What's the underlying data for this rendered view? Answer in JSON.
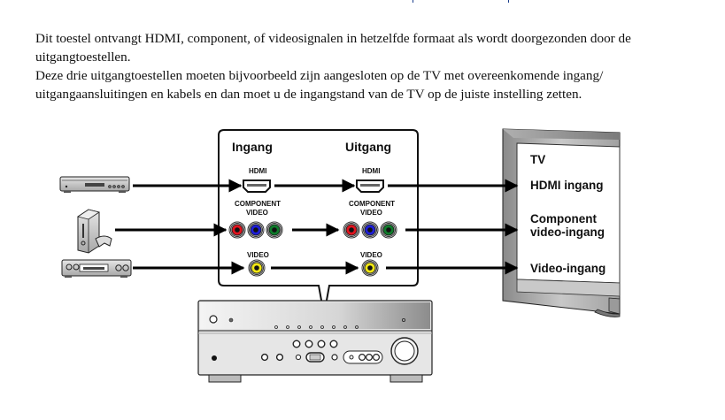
{
  "paragraphs": [
    {
      "lines": [
        "Dit toestel ontvangt HDMI, component, of videosignalen in hetzelfde formaat als wordt doorgezonden door de",
        "uitgangtoestellen."
      ]
    },
    {
      "lines": [
        "Deze drie uitgangtoestellen moeten bijvoorbeeld zijn aangesloten op de TV met overeenkomende ingang/",
        "uitgangaansluitingen en kabels en dan moet u de ingangstand van de TV op de juiste instelling zetten."
      ]
    }
  ],
  "diagram": {
    "panel": {
      "input_heading": "Ingang",
      "output_heading": "Uitgang",
      "hdmi_label": "HDMI",
      "component_label_line1": "COMPONENT",
      "component_label_line2": "VIDEO",
      "video_label": "VIDEO"
    },
    "tv": {
      "title": "TV",
      "hdmi_input": "HDMI ingang",
      "component_input_line1": "Component",
      "component_input_line2": "video-ingang",
      "video_input": "Video-ingang"
    },
    "sources": [
      {
        "icon": "bd-dvd-player-icon"
      },
      {
        "icon": "game-console-icon"
      },
      {
        "icon": "vcr-icon"
      }
    ],
    "jack_colors": {
      "red": "#e0141e",
      "blue": "#1f1fd6",
      "green": "#0f7a2a",
      "yellow": "#f0e614"
    }
  }
}
